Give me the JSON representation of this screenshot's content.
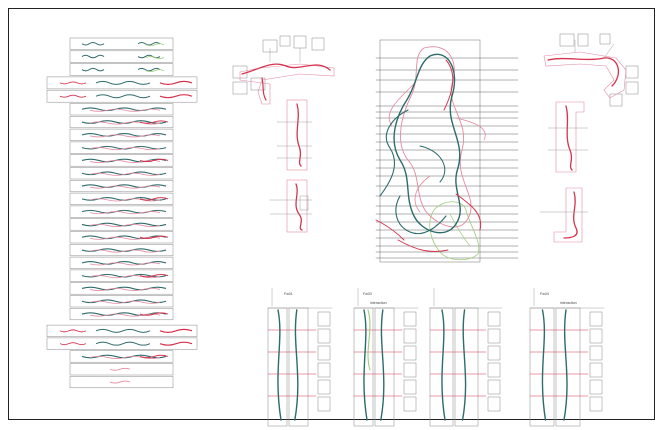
{
  "colors": {
    "teal": "#2e6b6b",
    "red": "#d5334e",
    "pink": "#e48aa0",
    "green": "#9fcc7a",
    "grid": "#888888",
    "frame": "#222222"
  },
  "labels": {
    "fw1": "Fw01",
    "fw3": "Fw03",
    "fw3_interaction": "interaction",
    "fw4": "Fw04",
    "fw4_interaction": "interaction"
  }
}
